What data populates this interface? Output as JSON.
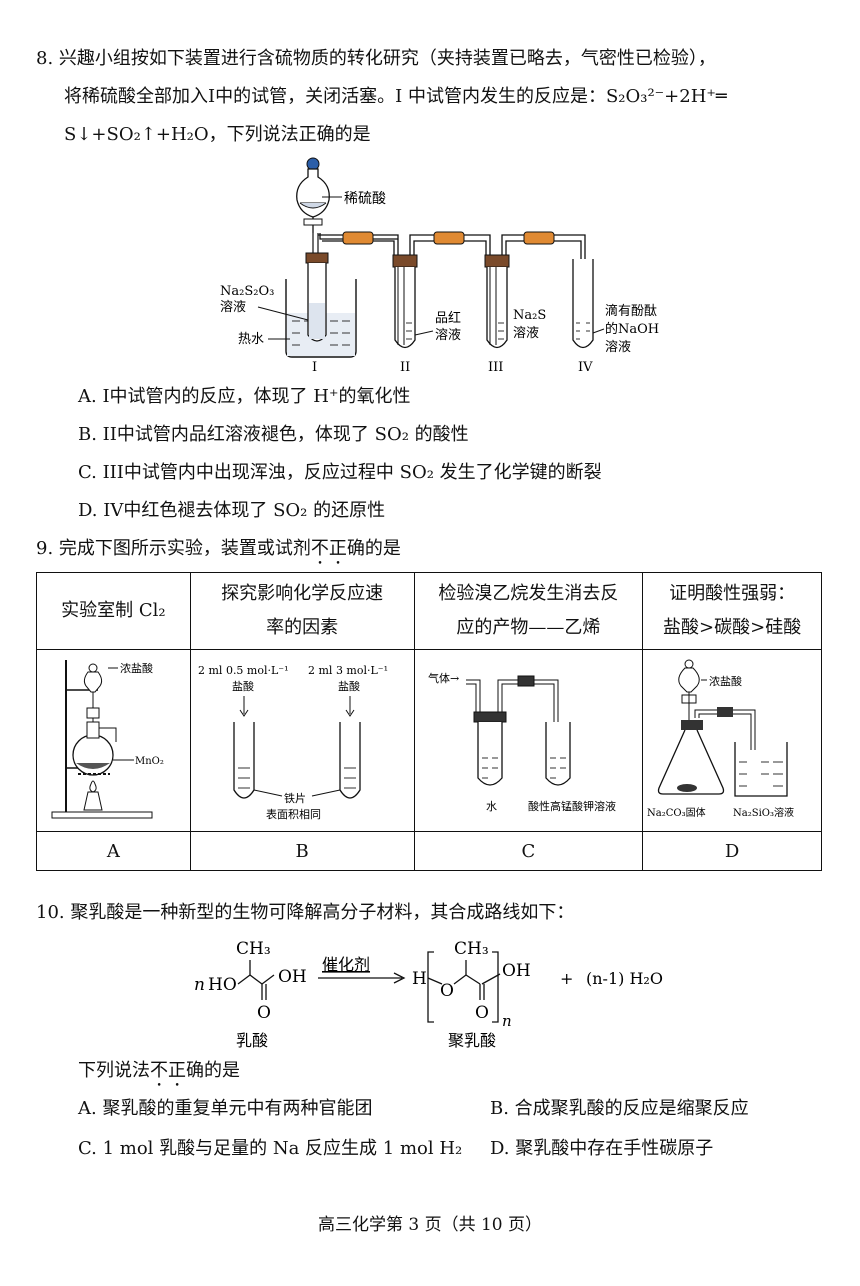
{
  "q8": {
    "stem_line1": "8. 兴趣小组按如下装置进行含硫物质的转化研究（夹持装置已略去，气密性已检验），",
    "stem_line2": "将稀硫酸全部加入I中的试管，关闭活塞。I 中试管内发生的反应是：S₂O₃²⁻+2H⁺═",
    "stem_line3": "S↓+SO₂↑+H₂O，下列说法正确的是",
    "figure": {
      "acid": "稀硫酸",
      "reagent1": "Na₂S₂O₃",
      "reagent1b": "溶液",
      "hot_water": "热水",
      "tube2_label": "品红",
      "tube2_label_b": "溶液",
      "tube3_label": "Na₂S",
      "tube3_label_b": "溶液",
      "tube4_label": "滴有酚酞",
      "tube4_label_b": "的NaOH",
      "tube4_label_c": "溶液",
      "n1": "I",
      "n2": "II",
      "n3": "III",
      "n4": "IV"
    },
    "options": [
      "A.   I中试管内的反应，体现了 H⁺的氧化性",
      "B.   II中试管内品红溶液褪色，体现了 SO₂ 的酸性",
      "C.   III中试管内中出现浑浊，反应过程中 SO₂ 发生了化学键的断裂",
      "D.   IV中红色褪去体现了 SO₂ 的还原性"
    ]
  },
  "q9": {
    "stem_pre": "9.  完成下图所示实验，装置或试剂",
    "stem_emph": "不正",
    "stem_post": "确的是",
    "headers": [
      [
        "实验室制 Cl₂",
        ""
      ],
      [
        "探究影响化学反应速",
        "率的因素"
      ],
      [
        "检验溴乙烷发生消去反",
        "应的产物——乙烯"
      ],
      [
        "证明酸性强弱：",
        "盐酸>碳酸>硅酸"
      ]
    ],
    "fig_a": {
      "acid": "浓盐酸",
      "solid": "MnO₂"
    },
    "fig_b": {
      "left": "2 ml 0.5 mol·L⁻¹",
      "left_b": "盐酸",
      "right": "2 ml 3 mol·L⁻¹",
      "right_b": "盐酸",
      "metal": "铁片",
      "metal_b": "表面积相同"
    },
    "fig_c": {
      "gas": "气体→",
      "water": "水",
      "kmno4": "酸性高锰酸钾溶液"
    },
    "fig_d": {
      "acid": "浓盐酸",
      "solid": "Na₂CO₃固体",
      "solution": "Na₂SiO₃溶液"
    },
    "answers": [
      "A",
      "B",
      "C",
      "D"
    ]
  },
  "q10": {
    "stem": "10.  聚乳酸是一种新型的生物可降解高分子材料，其合成路线如下：",
    "scheme": {
      "n": "n",
      "ho": "HO",
      "ch3": "CH₃",
      "oh": "OH",
      "o": "O",
      "catalyst": "催化剂",
      "h": "H",
      "sub_n": "n",
      "plus": "+",
      "water": "(n-1) H₂O",
      "name1": "乳酸",
      "name2": "聚乳酸"
    },
    "sub_pre": "下列说法",
    "sub_emph": "不正",
    "sub_post": "确的是",
    "options": [
      "A.  聚乳酸的重复单元中有两种官能团",
      "B.  合成聚乳酸的反应是缩聚反应",
      "C.  1 mol 乳酸与足量的 Na 反应生成 1 mol H₂",
      "D.  聚乳酸中存在手性碳原子"
    ]
  },
  "footer": "高三化学第 3 页（共 10 页）"
}
